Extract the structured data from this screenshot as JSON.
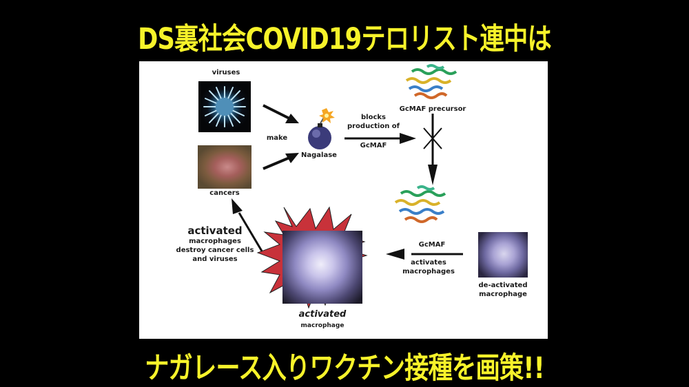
{
  "headlines": {
    "top": "DS裏社会COVID19テロリスト連中は",
    "bottom": "ナガレース入りワクチン接種を画策!!"
  },
  "colors": {
    "headline": "#f7f32a",
    "background": "#000000",
    "panel": "#ffffff",
    "star_burst": "#c8323a",
    "bomb": "#3b3b7a"
  },
  "diagram": {
    "nodes": {
      "viruses": "viruses",
      "cancers": "cancers",
      "nagalase": "Nagalase",
      "gcmaf_precursor": "GcMAF precursor",
      "gcmaf": "GcMAF",
      "deactivated_macrophage": [
        "de-activated",
        "macrophage"
      ],
      "activated_macrophage": [
        "activated",
        "macrophage"
      ]
    },
    "edges": {
      "make": "make",
      "blocks": [
        "blocks",
        "production of",
        "GcMAF"
      ],
      "activates": [
        "activates",
        "macrophages"
      ],
      "destroy": [
        "activated",
        "macrophages",
        "destroy cancer cells",
        "and viruses"
      ]
    }
  }
}
